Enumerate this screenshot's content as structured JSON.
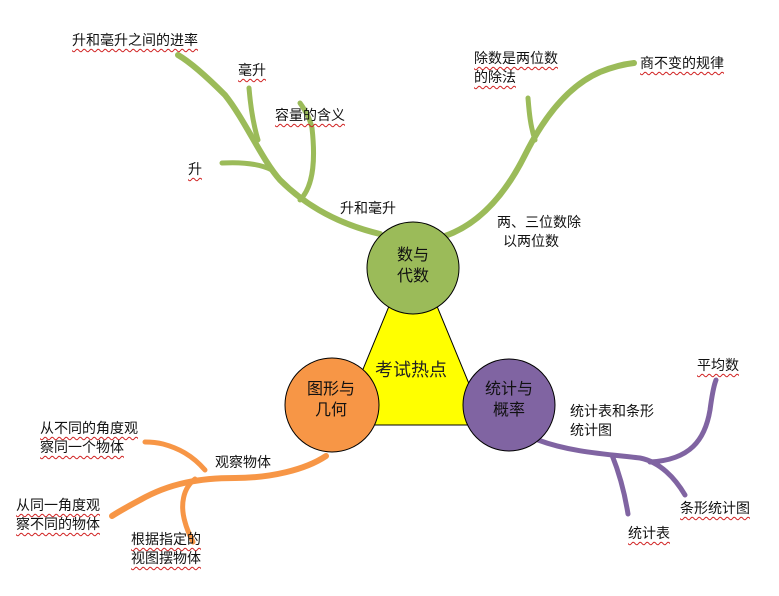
{
  "center": {
    "title": "考试热点"
  },
  "nodes": {
    "algebra": {
      "line1": "数与",
      "line2": "代数"
    },
    "geometry": {
      "line1": "图形与",
      "line2": "几何"
    },
    "stats": {
      "line1": "统计与",
      "line2": "概率"
    }
  },
  "branches": {
    "capacity": "升和毫升",
    "division": {
      "line1": "两、三位数除",
      "line2": "以两位数"
    },
    "observe": "观察物体",
    "charts": {
      "line1": "统计表和条形",
      "line2": "统计图"
    }
  },
  "leaves": {
    "conversion": "升和毫升之间的进率",
    "ml": "毫升",
    "meaning": "容量的含义",
    "liter": "升",
    "two_digit": {
      "line1": "除数是两位数",
      "line2": "的除法"
    },
    "quotient_rule": "商不变的规律",
    "diff_angles": {
      "line1": "从不同的角度观",
      "line2": "察同一个物体"
    },
    "same_angle": {
      "line1": "从同一角度观",
      "line2": "察不同的物体"
    },
    "arrange": {
      "line1": "根据指定的",
      "line2": "视图摆物体"
    },
    "average": "平均数",
    "bar_chart": "条形统计图",
    "table": "统计表"
  },
  "colors": {
    "algebra": "#9bbb59",
    "geometry": "#f79646",
    "stats": "#8064a2",
    "center": "#ffff00",
    "outline": "#000000",
    "squiggle": "#d02020"
  }
}
